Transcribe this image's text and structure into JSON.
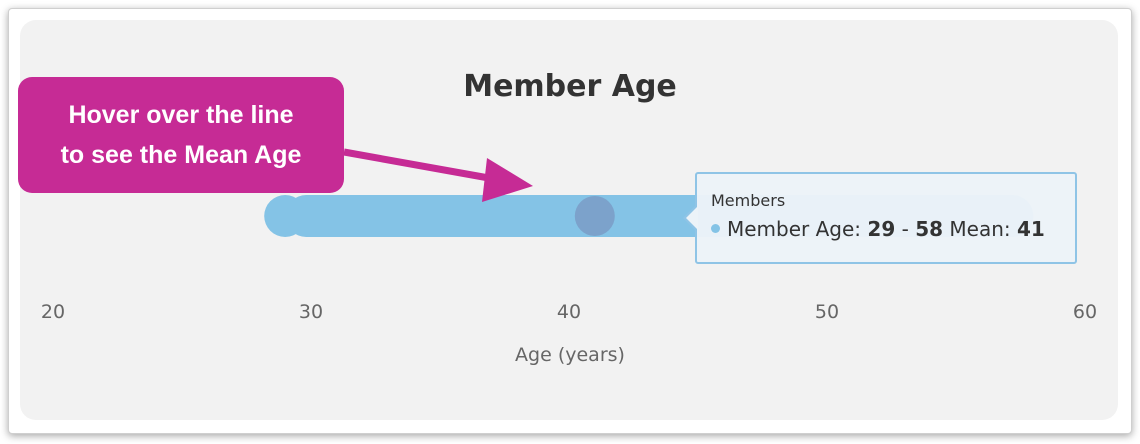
{
  "chart_data": {
    "type": "range",
    "title": "Member Age",
    "xlabel": "Age (years)",
    "xlim": [
      20,
      60
    ],
    "ticks": [
      "20",
      "30",
      "40",
      "50",
      "60"
    ],
    "tick_values": [
      20,
      30,
      40,
      50,
      60
    ],
    "series": [
      {
        "name": "Members",
        "low": 29,
        "high": 58,
        "mean": 41
      }
    ],
    "grid": false,
    "colors": {
      "range": "#84c3e6",
      "mean": "#7a9cc6"
    }
  },
  "tooltip": {
    "title": "Members",
    "label": "Member Age:",
    "low": "29",
    "separator": "-",
    "high": "58",
    "mean_label": "Mean:",
    "mean": "41"
  },
  "callout": {
    "line1": "Hover over the line",
    "line2": "to see the Mean Age",
    "color": "#c62b95"
  }
}
